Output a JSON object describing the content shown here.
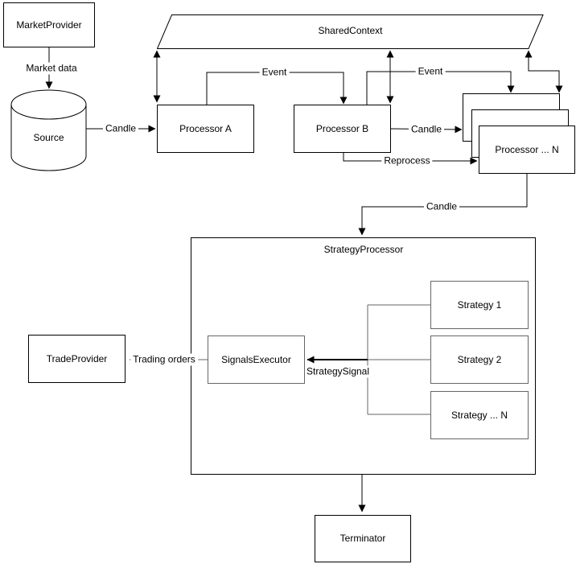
{
  "diagram": {
    "nodes": {
      "market_provider": {
        "label": "MarketProvider"
      },
      "source": {
        "label": "Source"
      },
      "shared_context": {
        "label": "SharedContext"
      },
      "processor_a": {
        "label": "Processor A"
      },
      "processor_b": {
        "label": "Processor B"
      },
      "processor_n": {
        "label": "Processor ... N"
      },
      "strategy_processor": {
        "label": "StrategyProcessor"
      },
      "signals_executor": {
        "label": "SignalsExecutor"
      },
      "strategy_1": {
        "label": "Strategy 1"
      },
      "strategy_2": {
        "label": "Strategy 2"
      },
      "strategy_n": {
        "label": "Strategy ... N"
      },
      "trade_provider": {
        "label": "TradeProvider"
      },
      "terminator": {
        "label": "Terminator"
      }
    },
    "edge_labels": {
      "market_data": "Market data",
      "candle_source_to_a": "Candle",
      "event_a_to_b": "Event",
      "event_b_to_n": "Event",
      "candle_b_to_n": "Candle",
      "reprocess": "Reprocess",
      "candle_n_to_strategy": "Candle",
      "strategy_signal": "StrategySignal",
      "trading_orders": "Trading orders"
    },
    "colors": {
      "primary_stroke": "#000000",
      "secondary_stroke": "#666666",
      "background": "#ffffff"
    }
  }
}
